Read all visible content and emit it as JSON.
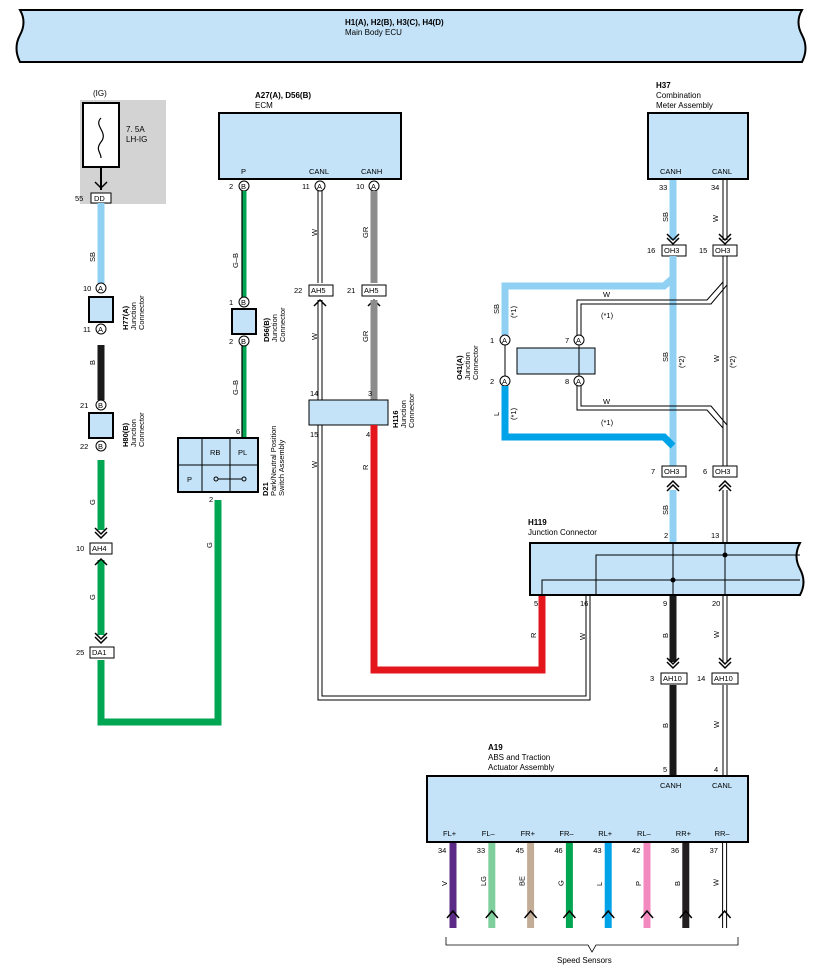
{
  "main_body_ecu": {
    "title": "H1(A), H2(B), H3(C), H4(D)",
    "name": "Main Body ECU"
  },
  "fuse": {
    "tag": "(IG)",
    "rating": "7. 5A",
    "name": "LH-IG",
    "pin": "55",
    "conn": "DD"
  },
  "ecm": {
    "title": "A27(A), D56(B)",
    "name": "ECM",
    "p_label": "P",
    "canl_label": "CANL",
    "canh_label": "CANH",
    "p_pin": "2",
    "p_conn": "B",
    "canl_pin": "11",
    "canl_conn": "A",
    "canh_pin": "10",
    "canh_conn": "A"
  },
  "meter": {
    "title": "H37",
    "name1": "Combination",
    "name2": "Meter Assembly",
    "canh_label": "CANH",
    "canl_label": "CANL",
    "canh_pin": "33",
    "canl_pin": "34"
  },
  "h77": {
    "title": "H77(A)",
    "name1": "Junction",
    "name2": "Connector",
    "pin_top": "10",
    "pin_bot": "11",
    "conn": "A"
  },
  "h80": {
    "title": "H80(B)",
    "name1": "Junction",
    "name2": "Connector",
    "pin_top": "21",
    "pin_bot": "22",
    "conn": "B"
  },
  "d56": {
    "title": "D56(B)",
    "name1": "Junction",
    "name2": "Connector",
    "pin_top": "1",
    "pin_bot": "2",
    "conn": "B"
  },
  "d21": {
    "title": "D21",
    "name1": "Park/Neutral Position",
    "name2": "Switch Assembly",
    "rb": "RB",
    "pl": "PL",
    "p": "P",
    "pin_in": "6",
    "pin_out": "2"
  },
  "h116": {
    "title": "H116",
    "name1": "Junction",
    "name2": "Connector",
    "pin14": "14",
    "pin15": "15",
    "pin3": "3",
    "pin4": "4"
  },
  "o41": {
    "title": "O41(A)",
    "name1": "Junction",
    "name2": "Connector",
    "pin1": "1",
    "pin2": "2",
    "pin7": "7",
    "pin8": "8",
    "conn": "A"
  },
  "h119": {
    "title": "H119",
    "name": "Junction Connector",
    "pin2": "2",
    "pin13": "13",
    "pin5": "5",
    "pin16": "16",
    "pin9": "9",
    "pin20": "20"
  },
  "abs": {
    "title": "A19",
    "name1": "ABS and Traction",
    "name2": "Actuator Assembly",
    "canh_label": "CANH",
    "canl_label": "CANL",
    "canh_pin": "5",
    "canl_pin": "4"
  },
  "connectors": {
    "ah4": "AH4",
    "ah4_pin": "10",
    "da1": "DA1",
    "da1_pin": "25",
    "ah5": "AH5",
    "ah5_pin_a": "22",
    "ah5_pin_b": "21",
    "oh3": "OH3",
    "oh3_pin16": "16",
    "oh3_pin15": "15",
    "oh3_pin7": "7",
    "oh3_pin6": "6",
    "ah10": "AH10",
    "ah10_pin3": "3",
    "ah10_pin14": "14"
  },
  "wire_colors": {
    "sb": "SB",
    "b": "B",
    "g": "G",
    "gb": "G–B",
    "w": "W",
    "gr": "GR",
    "r": "R",
    "l": "L"
  },
  "notes": {
    "n1": "(*1)",
    "n2": "(*2)"
  },
  "sensors": {
    "label": "Speed Sensors",
    "items": [
      {
        "name": "FL+",
        "pin": "34",
        "color": "V",
        "hex": "#5b2a86"
      },
      {
        "name": "FL–",
        "pin": "33",
        "color": "LG",
        "hex": "#7fcf9d"
      },
      {
        "name": "FR+",
        "pin": "45",
        "color": "BE",
        "hex": "#c4ad97"
      },
      {
        "name": "FR–",
        "pin": "46",
        "color": "G",
        "hex": "#00a651"
      },
      {
        "name": "RL+",
        "pin": "43",
        "color": "L",
        "hex": "#00a2e8"
      },
      {
        "name": "RL–",
        "pin": "42",
        "color": "P",
        "hex": "#f28ac0"
      },
      {
        "name": "RR+",
        "pin": "36",
        "color": "B",
        "hex": "#231f20"
      },
      {
        "name": "RR–",
        "pin": "37",
        "color": "W",
        "hex": "#ffffff"
      }
    ]
  },
  "colors": {
    "box_fill": "#c4e3f8",
    "sb": "#8fd0f3",
    "l": "#00a2e8",
    "g": "#00a651",
    "gr": "#8c8c8c",
    "r": "#e3161c",
    "b": "#1a1a1a",
    "fuse_bg": "#d3d3d3"
  }
}
